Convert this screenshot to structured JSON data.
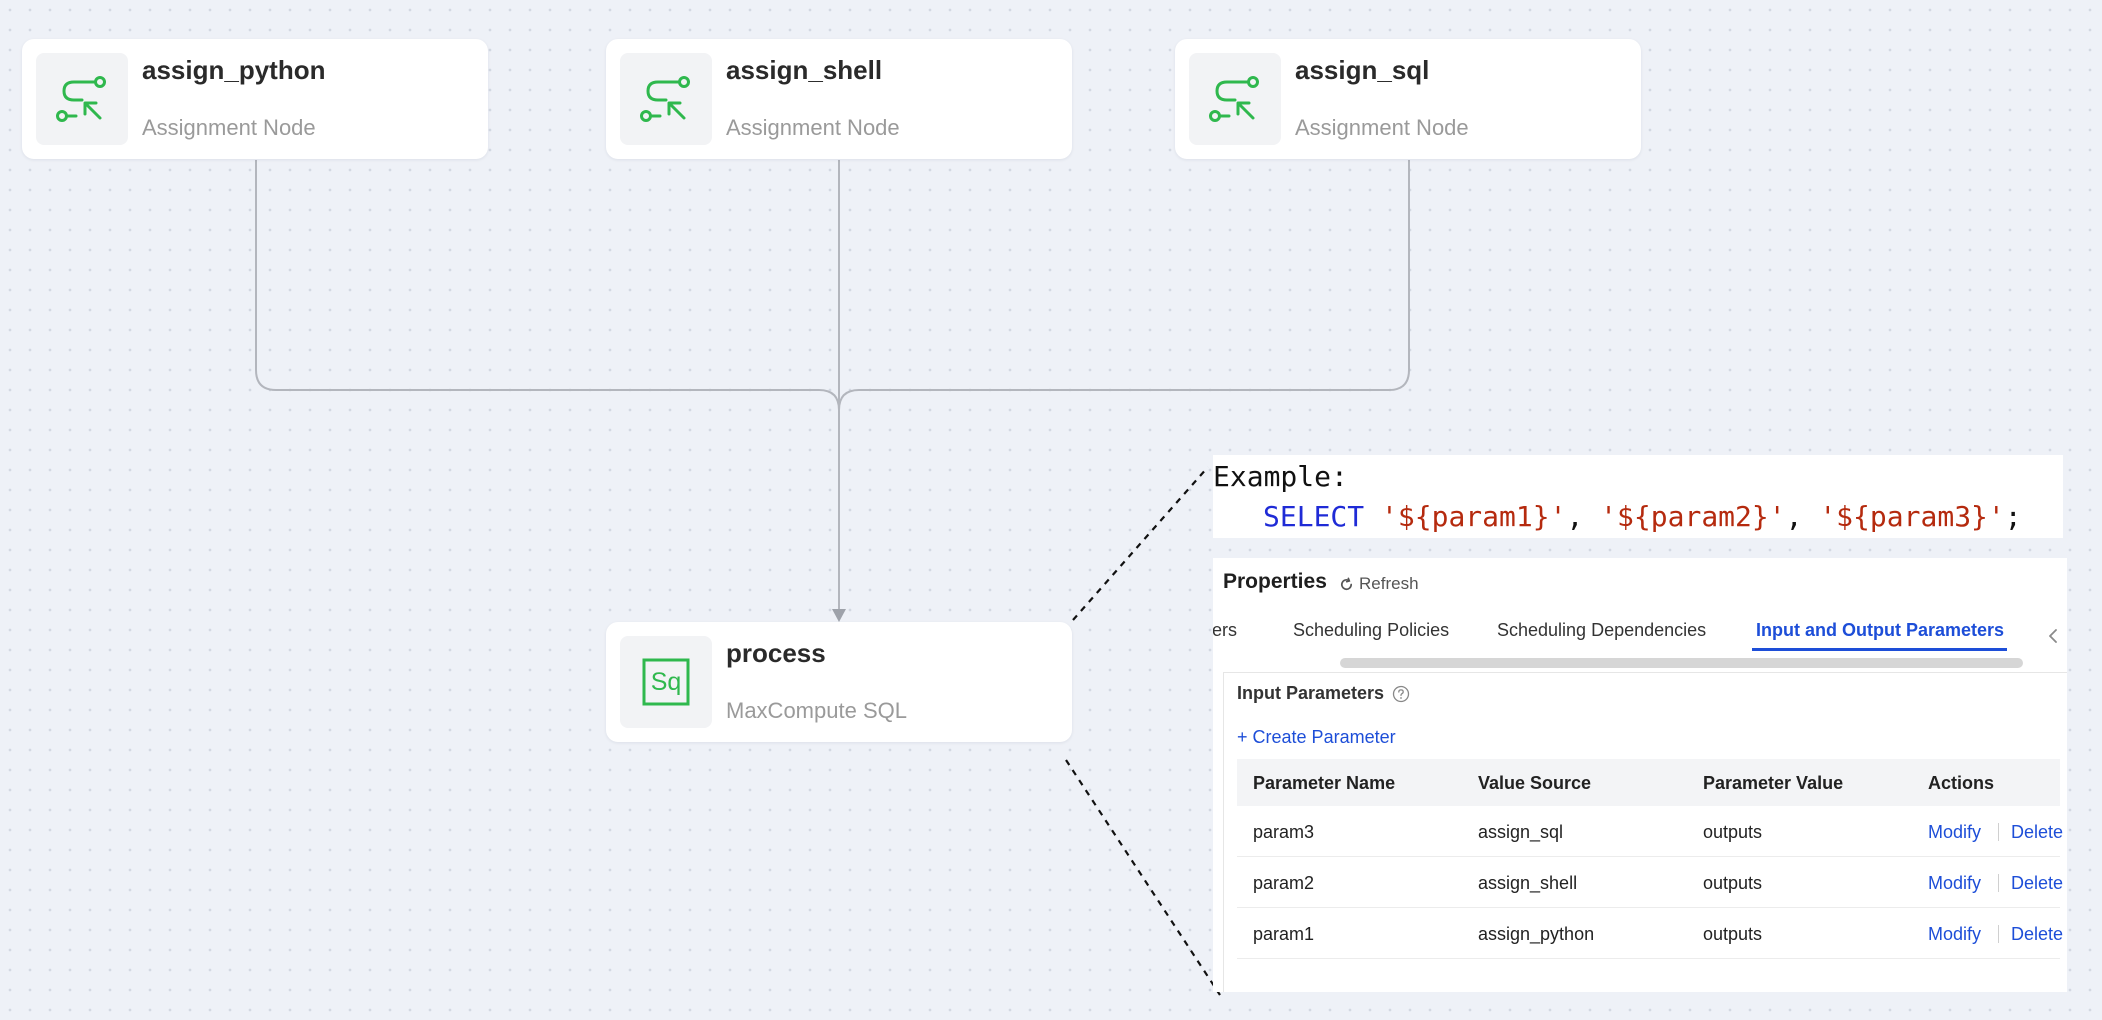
{
  "nodes": [
    {
      "title": "assign_python",
      "subtitle": "Assignment Node",
      "icon": "assignment-node-icon"
    },
    {
      "title": "assign_shell",
      "subtitle": "Assignment Node",
      "icon": "assignment-node-icon"
    },
    {
      "title": "assign_sql",
      "subtitle": "Assignment Node",
      "icon": "assignment-node-icon"
    },
    {
      "title": "process",
      "subtitle": "MaxCompute SQL",
      "icon": "sq-icon",
      "icon_text": "Sq"
    }
  ],
  "colors": {
    "accent": "#1d4ed8",
    "node_icon_green": "#2fb84d",
    "sql_keyword": "#1f2bd6",
    "sql_string": "#b52a0e"
  },
  "example": {
    "label": "Example:",
    "keyword": "SELECT",
    "str1": "'${param1}'",
    "str2": "'${param2}'",
    "str3": "'${param3}'",
    "comma": ",",
    "semicolon": ";"
  },
  "properties": {
    "title": "Properties",
    "refresh_label": "Refresh",
    "tabs": [
      {
        "label": "ters",
        "active": false
      },
      {
        "label": "Scheduling Policies",
        "active": false
      },
      {
        "label": "Scheduling Dependencies",
        "active": false
      },
      {
        "label": "Input and Output Parameters",
        "active": true
      }
    ],
    "input_params": {
      "title": "Input Parameters",
      "create_label": "Create Parameter",
      "columns": [
        "Parameter Name",
        "Value Source",
        "Parameter Value",
        "Actions"
      ],
      "rows": [
        {
          "name": "param3",
          "source": "assign_sql",
          "value": "outputs",
          "modify": "Modify",
          "delete": "Delete"
        },
        {
          "name": "param2",
          "source": "assign_shell",
          "value": "outputs",
          "modify": "Modify",
          "delete": "Delete"
        },
        {
          "name": "param1",
          "source": "assign_python",
          "value": "outputs",
          "modify": "Modify",
          "delete": "Delete"
        }
      ]
    }
  }
}
